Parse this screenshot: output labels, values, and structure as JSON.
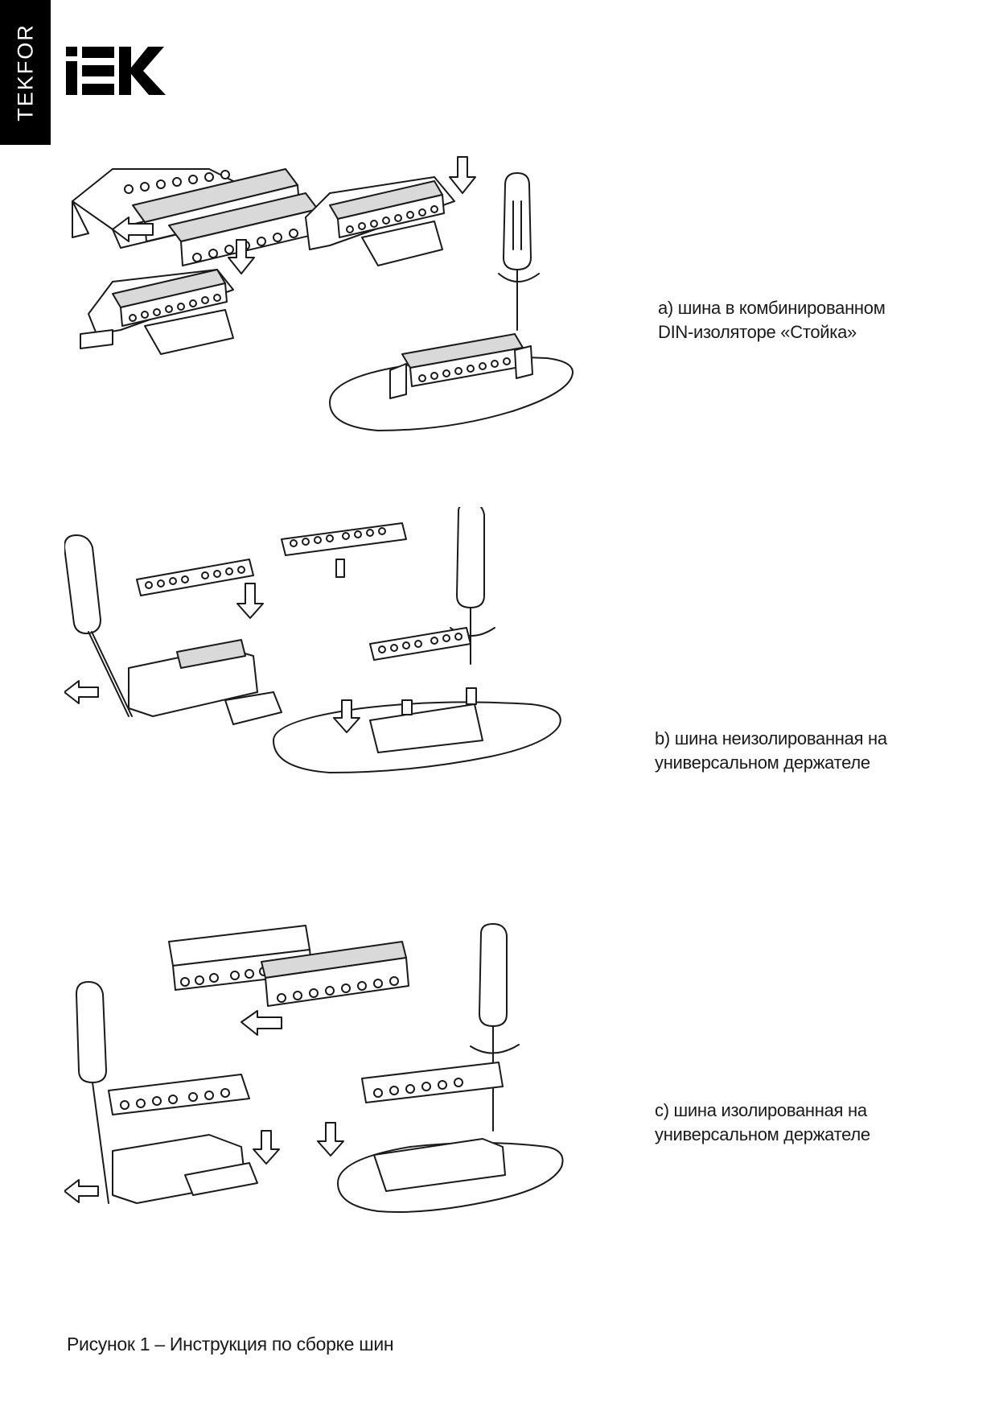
{
  "header": {
    "side_tab": "TEKFOR",
    "brand_logo_text": "IEK"
  },
  "sections": [
    {
      "id": "a",
      "caption_line1": "a) шина в комбинированном",
      "caption_line2": "DIN-изоляторе «Стойка»"
    },
    {
      "id": "b",
      "caption_line1": "b) шина неизолированная на",
      "caption_line2": "универсальном держателе"
    },
    {
      "id": "c",
      "caption_line1": "c) шина изолированная на",
      "caption_line2": "универсальном держателе"
    }
  ],
  "figure_caption": "Рисунок 1 – Инструкция по сборке шин",
  "icons": [
    "screwdriver-icon",
    "arrow-left-icon",
    "arrow-down-icon",
    "rotation-arrow-icon"
  ],
  "colors": {
    "ink": "#1a1a1a",
    "tab_background": "#000000",
    "tab_text": "#ffffff",
    "paper": "#ffffff"
  }
}
